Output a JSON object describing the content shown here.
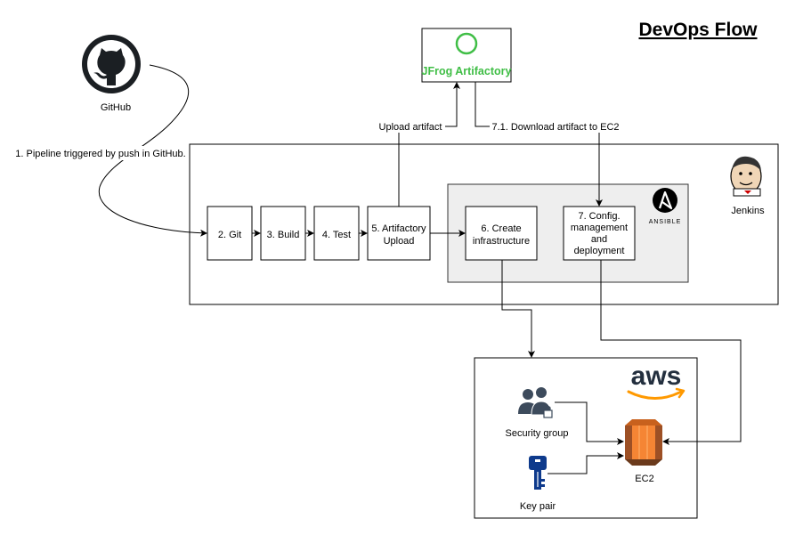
{
  "title": "DevOps Flow",
  "nodes": {
    "github": "GitHub",
    "jfrog": "JFrog Artifactory",
    "jenkins": "Jenkins",
    "ansible": "ANSIBLE",
    "aws": "aws",
    "security_group": "Security group",
    "key_pair": "Key pair",
    "ec2": "EC2"
  },
  "steps": {
    "git": "2. Git",
    "build": "3. Build",
    "test": "4. Test",
    "artifactory_line1": "5. Artifactory",
    "artifactory_line2": "Upload",
    "infra_line1": "6. Create",
    "infra_line2": "infrastructure",
    "config_line1": "7. Config.",
    "config_line2": "management",
    "config_line3": "and",
    "config_line4": "deployment"
  },
  "edges": {
    "push": "1. Pipeline triggered by push in GitHub.",
    "upload": "Upload artifact",
    "download": "7.1. Download artifact to EC2"
  },
  "colors": {
    "github": "#1b1f23",
    "jfrog": "#40be46",
    "aws_text": "#232f3e",
    "aws_smile": "#f90",
    "ec2": "#f58534",
    "ansible_group_bg": "#eeeeee",
    "key": "#0e3a8c",
    "people": "#3d4b5c"
  }
}
